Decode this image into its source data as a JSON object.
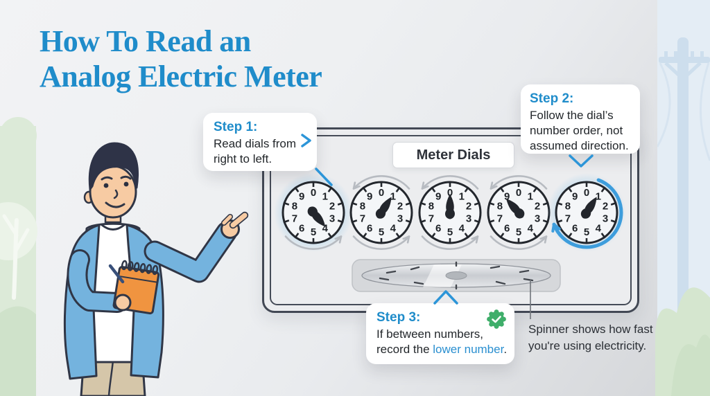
{
  "title": {
    "line1": "How To Read an",
    "line2": "Analog Electric Meter"
  },
  "callouts": {
    "step1": {
      "heading": "Step 1:",
      "line1": "Read dials from",
      "line2": "right to left."
    },
    "step2": {
      "heading": "Step 2:",
      "line1": "Follow the dial’s",
      "line2": "number order, not",
      "line3": "assumed direction."
    },
    "step3": {
      "heading": "Step 3:",
      "line1": "If between numbers,",
      "line2_prefix": "record the ",
      "line2_highlight": "lower number",
      "line2_suffix": "."
    }
  },
  "meter": {
    "label": "Meter Dials",
    "dial_digits": [
      "0",
      "1",
      "2",
      "3",
      "4",
      "5",
      "6",
      "7",
      "8",
      "9"
    ],
    "dials": [
      {
        "name": "dial-1",
        "pointer_value": 4,
        "pointer_angle": 140,
        "highlight": "glow",
        "arrows": "bottom"
      },
      {
        "name": "dial-2",
        "pointer_value": 1,
        "pointer_angle": 33,
        "highlight": "none",
        "arrows": "both"
      },
      {
        "name": "dial-3",
        "pointer_value": 0,
        "pointer_angle": 0,
        "highlight": "none",
        "arrows": "both"
      },
      {
        "name": "dial-4",
        "pointer_value": 9,
        "pointer_angle": 318,
        "highlight": "none",
        "arrows": "both"
      },
      {
        "name": "dial-5",
        "pointer_value": 1,
        "pointer_angle": 33,
        "highlight": "ring",
        "arrows": "none"
      }
    ]
  },
  "spinner_note": {
    "line1": "Spinner shows how fast",
    "line2": "you're using electricity."
  },
  "icons": {
    "step1_pointer": "chevron-right",
    "step2_pointer": "chevron-down",
    "step3_pointer": "chevron-up",
    "step3_badge": "check-seal"
  },
  "colors": {
    "title_blue": "#1f8cca",
    "accent_blue": "#2c95d8",
    "text_dark": "#23272b",
    "badge_green": "#3fae6a",
    "panel_border": "#424854",
    "dial_dark": "#23272d"
  }
}
